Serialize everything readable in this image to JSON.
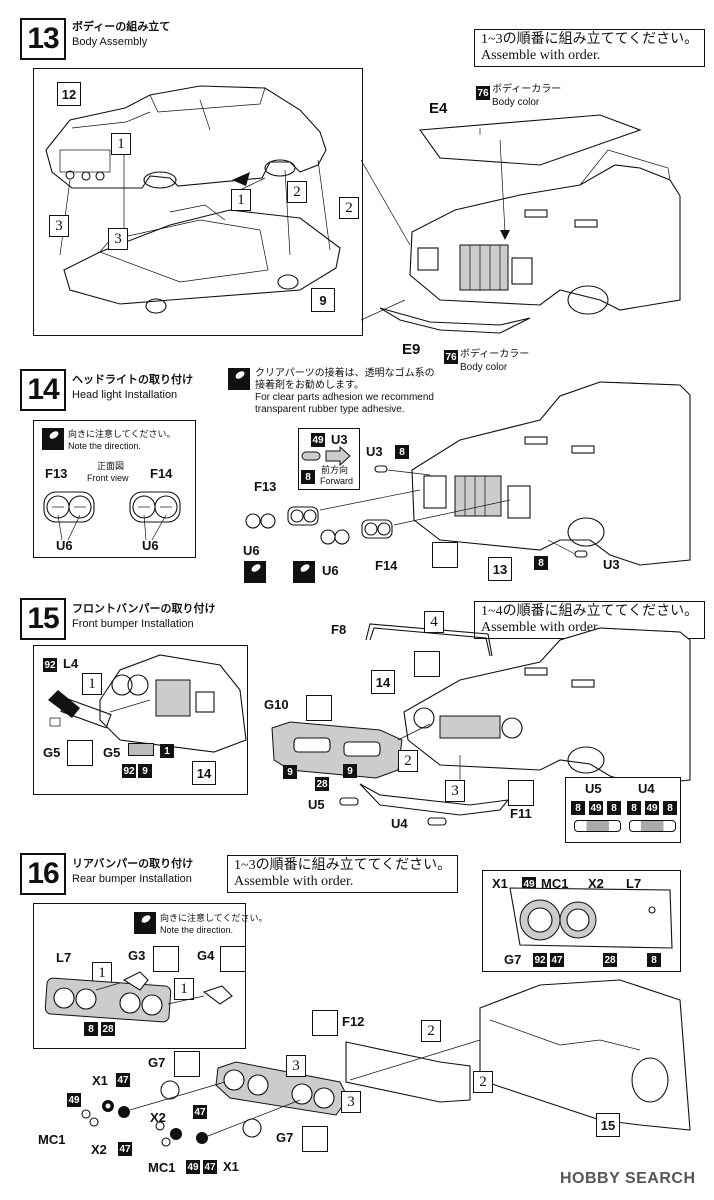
{
  "step13": {
    "number": "13",
    "title_jp": "ボディーの組み立て",
    "title_en": "Body Assembly",
    "note_jp": "1~3の順番に組み立ててください。",
    "note_en": "Assemble with order.",
    "ref_step": "12",
    "ref_step2": "9",
    "order": [
      "1",
      "2",
      "3"
    ],
    "part_roof": "E4",
    "part_lip": "E9",
    "color_code": "76",
    "color_jp": "ボディーカラー",
    "color_en": "Body color"
  },
  "step14": {
    "number": "14",
    "title_jp": "ヘッドライトの取り付け",
    "title_en": "Head light Installation",
    "adhesive_jp_1": "クリアパーツの接着は、透明なゴム系の",
    "adhesive_jp_2": "接着剤をお勧めします。",
    "adhesive_en_1": "For clear parts adhesion we recommend",
    "adhesive_en_2": "transparent rubber type adhesive.",
    "direction_jp": "向きに注意してください。",
    "direction_en": "Note the direction.",
    "front_view_jp": "正面図",
    "front_view_en": "Front view",
    "part_f13": "F13",
    "part_f14": "F14",
    "part_u6": "U6",
    "part_u3": "U3",
    "forward_jp": "前方向",
    "forward_en": "Forward",
    "code_49": "49",
    "code_8": "8",
    "ref_step": "13"
  },
  "step15": {
    "number": "15",
    "title_jp": "フロントバンパーの取り付け",
    "title_en": "Front bumper Installation",
    "note_jp": "1~4の順番に組み立ててください。",
    "note_en": "Assemble with order.",
    "order": [
      "1",
      "2",
      "3",
      "4"
    ],
    "part_l4": "L4",
    "part_g5": "G5",
    "part_g10": "G10",
    "part_f8": "F8",
    "part_f11": "F11",
    "part_u4": "U4",
    "part_u5": "U5",
    "code_92": "92",
    "code_9": "9",
    "code_1": "1",
    "code_28": "28",
    "code_49": "49",
    "code_8": "8",
    "ref_step": "14"
  },
  "step16": {
    "number": "16",
    "title_jp": "リアバンパーの取り付け",
    "title_en": "Rear bumper Installation",
    "note_jp": "1~3の順番に組み立ててください。",
    "note_en": "Assemble with order.",
    "direction_jp": "向きに注意してください。",
    "direction_en": "Note the direction.",
    "order": [
      "1",
      "2",
      "3"
    ],
    "part_x1": "X1",
    "part_x2": "X2",
    "part_mc1": "MC1",
    "part_l7": "L7",
    "part_g3": "G3",
    "part_g4": "G4",
    "part_g7": "G7",
    "part_f12": "F12",
    "code_49": "49",
    "code_47": "47",
    "code_92": "92",
    "code_28": "28",
    "code_8": "8",
    "ref_step": "15"
  },
  "watermark": "HOBBY SEARCH"
}
